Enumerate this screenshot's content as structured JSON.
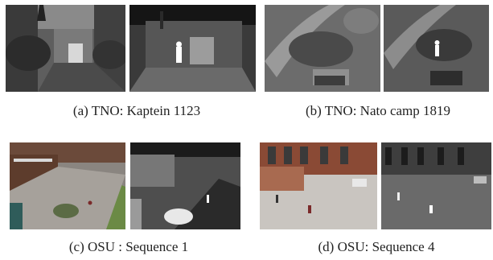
{
  "figure": {
    "panels": [
      {
        "id": "a",
        "label": "(a)",
        "text": "TNO: Kaptein 1123"
      },
      {
        "id": "b",
        "label": "(b)",
        "text": "TNO: Nato camp 1819"
      },
      {
        "id": "c",
        "label": "(c)",
        "text": "OSU : Sequence 1"
      },
      {
        "id": "d",
        "label": "(d)",
        "text": "OSU: Sequence 4"
      }
    ]
  }
}
